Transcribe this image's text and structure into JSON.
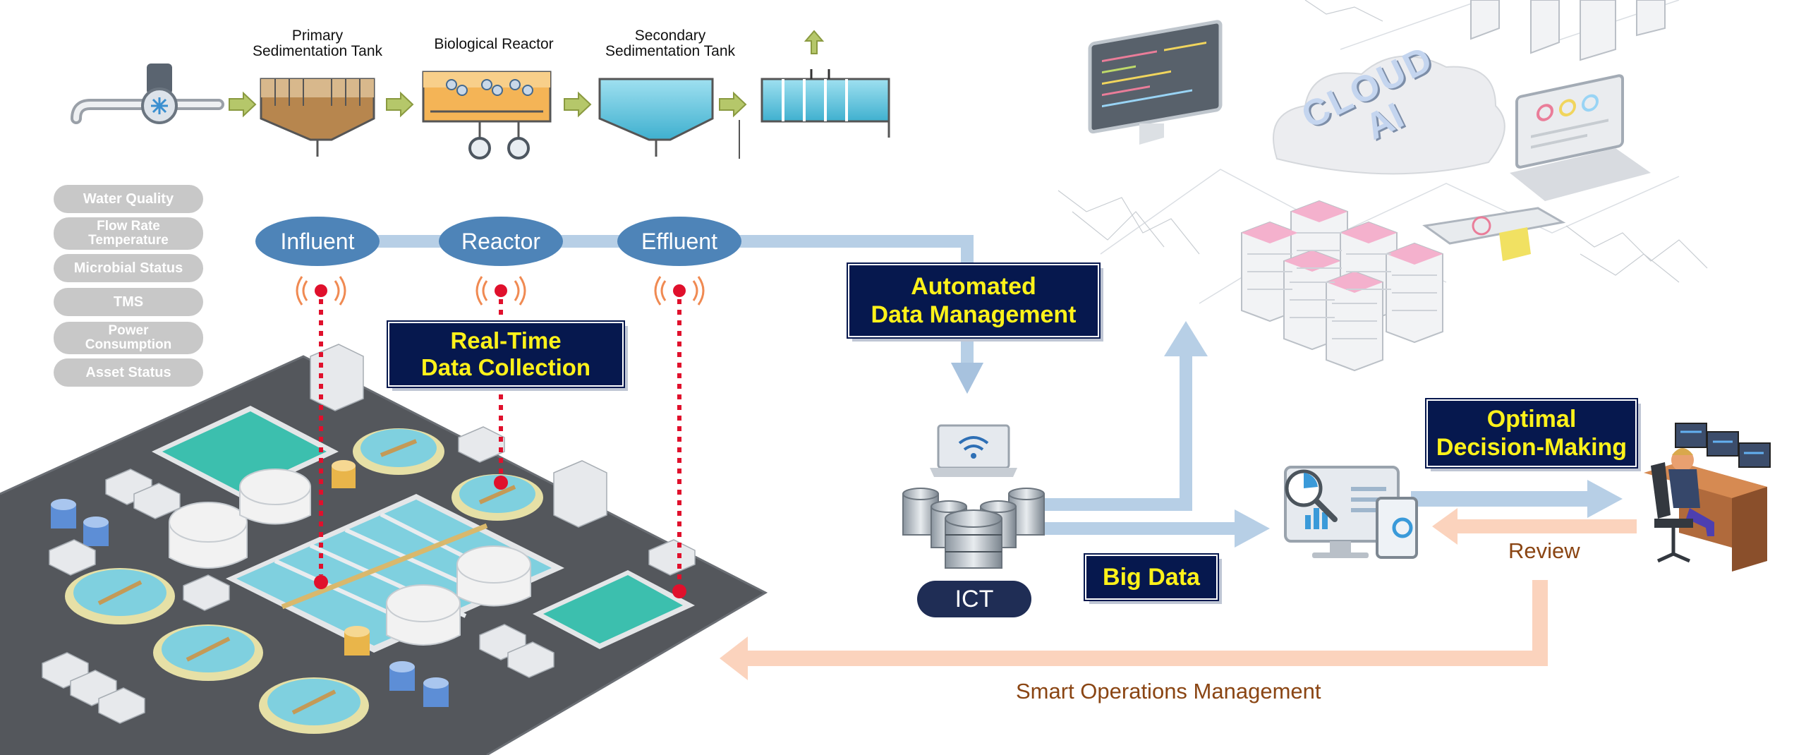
{
  "process_labels": {
    "primary": [
      "Primary",
      "Sedimentation Tank"
    ],
    "bio": "Biological Reactor",
    "secondary": [
      "Secondary",
      "Sedimentation Tank"
    ]
  },
  "sensor_chips": [
    {
      "lines": [
        "Water Quality"
      ]
    },
    {
      "lines": [
        "Flow Rate",
        "Temperature"
      ]
    },
    {
      "lines": [
        "Microbial Status"
      ]
    },
    {
      "lines": [
        "TMS"
      ]
    },
    {
      "lines": [
        "Power",
        "Consumption"
      ]
    },
    {
      "lines": [
        "Asset Status"
      ]
    }
  ],
  "nodes": {
    "influent": "Influent",
    "reactor": "Reactor",
    "effluent": "Effluent",
    "ict": "ICT"
  },
  "boxes": {
    "realtime": [
      "Real-Time",
      "Data Collection"
    ],
    "automated": [
      "Automated",
      "Data Management"
    ],
    "bigdata": "Big Data",
    "optimal": [
      "Optimal",
      "Decision-Making"
    ]
  },
  "cloud_text": [
    "CLOUD",
    "AI"
  ],
  "review": "Review",
  "smart_ops": "Smart Operations Management",
  "colors": {
    "navy_box": "#06184e",
    "box_text": "#fff21a",
    "node_blue": "#4e84b8",
    "flow_blue": "#b7cfe6",
    "feedback_orange": "#fbd3bd",
    "orange_text": "#8a4513",
    "sensor_red": "#e0102c",
    "chip_gray": "#c8c8c8",
    "ict_pill": "#1f2d55"
  }
}
